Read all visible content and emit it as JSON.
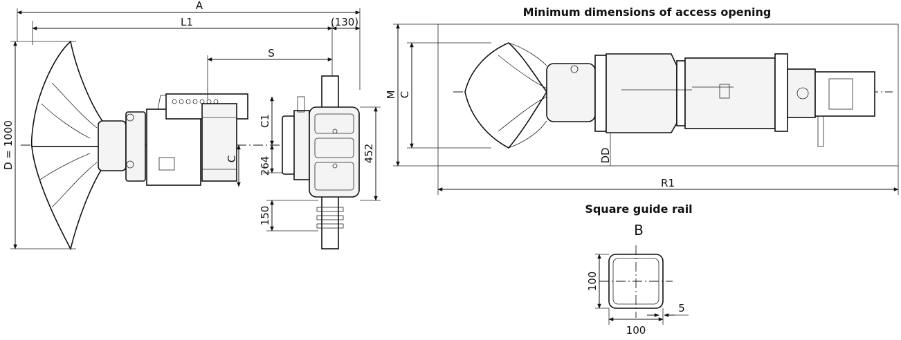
{
  "titles": {
    "access_opening": "Minimum dimensions of access opening",
    "guide_rail": "Square guide rail",
    "rail_view": "B"
  },
  "side_view": {
    "dim_A": "A",
    "dim_L1": "L1",
    "dim_130": "(130)",
    "dim_S": "S",
    "dim_C1": "C1",
    "dim_C": "C",
    "dim_264": "264",
    "dim_452": "452",
    "dim_150": "150",
    "dim_D": "D = 1000"
  },
  "top_view": {
    "dim_M": "M",
    "dim_C": "C",
    "dim_DD": "DD",
    "dim_R1": "R1"
  },
  "rail_section": {
    "dim_height": "100",
    "dim_width": "100",
    "dim_wall": "5"
  }
}
